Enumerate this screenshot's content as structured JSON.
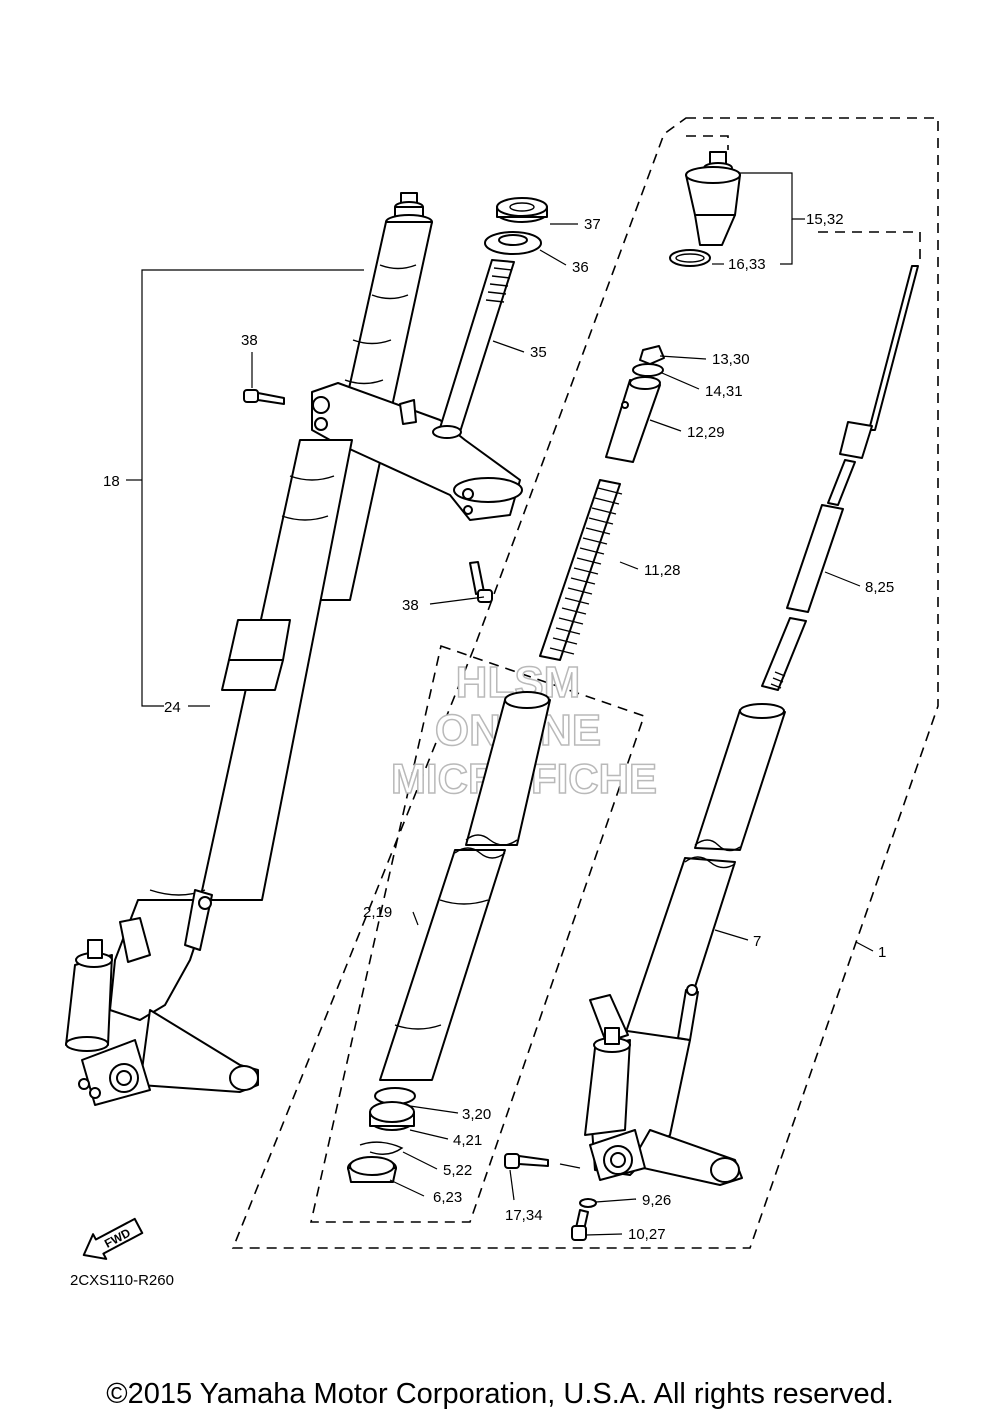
{
  "diagram": {
    "drawing_code": "2CXS110-R260",
    "direction_badge": "FWD",
    "watermark": [
      "HLSM",
      "ONLINE",
      "MICROFICHE"
    ],
    "callouts": {
      "c37": "37",
      "c36": "36",
      "c35": "35",
      "c38a": "38",
      "c38b": "38",
      "c18": "18",
      "c24": "24",
      "c15_32": "15,32",
      "c16_33": "16,33",
      "c13_30": "13,30",
      "c14_31": "14,31",
      "c12_29": "12,29",
      "c11_28": "11,28",
      "c8_25": "8,25",
      "c7": "7",
      "c1": "1",
      "c2_19": "2,19",
      "c3_20": "3,20",
      "c4_21": "4,21",
      "c5_22": "5,22",
      "c6_23": "6,23",
      "c17_34": "17,34",
      "c9_26": "9,26",
      "c10_27": "10,27"
    }
  },
  "footer": {
    "copyright": "©2015 Yamaha Motor Corporation, U.S.A. All rights reserved."
  }
}
